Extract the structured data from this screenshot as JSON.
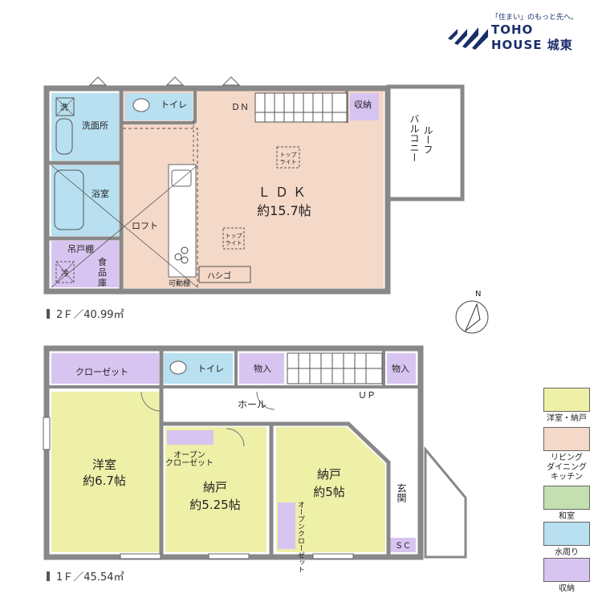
{
  "brand": {
    "tagline": "「住まい」のもっと先へ。",
    "name_line1": "TOHO",
    "name_line2": "HOUSE 城東"
  },
  "floor2": {
    "caption": "2Ｆ／40.99㎡",
    "rooms": {
      "ldk": "ＬＤＫ",
      "ldk_size": "約15.7帖",
      "toilet": "トイレ",
      "dn": "ＤＮ",
      "storage": "収納",
      "washroom": "洗面所",
      "wash_mark": "洗",
      "bath": "浴室",
      "loft": "ロフト",
      "hanging_shelf": "吊戸棚",
      "pantry_1": "食",
      "pantry_2": "品",
      "pantry_3": "庫",
      "fridge": "冷",
      "movable_shelf": "可動棚",
      "ladder": "ハシゴ",
      "toplight_1": "トップ",
      "toplight_2": "ライト",
      "balcony_1": "バルコニー",
      "balcony_2": "ルーフ"
    }
  },
  "floor1": {
    "caption": "1Ｆ／45.54㎡",
    "rooms": {
      "closet": "クローゼット",
      "toilet": "トイレ",
      "storage_a": "物入",
      "storage_b": "物入",
      "hall": "ホール",
      "up": "ＵＰ",
      "western": "洋室",
      "western_size": "約6.7帖",
      "open_closet_1": "オープン",
      "open_closet_2": "クローゼット",
      "storeroom_a": "納戸",
      "storeroom_a_size": "約5.25帖",
      "storeroom_b": "納戸",
      "storeroom_b_size": "約5帖",
      "open_closet_v": "オープンクローゼット",
      "entrance": "玄関",
      "shoe_closet": "ＳＣ"
    }
  },
  "compass": {
    "north": "N"
  },
  "legend": [
    {
      "label": "洋室・納戸",
      "color": "#eef0a8"
    },
    {
      "label": "リビング\nダイニング\nキッチン",
      "color": "#f4d8c8"
    },
    {
      "label": "和室",
      "color": "#c4e0b0"
    },
    {
      "label": "水周り",
      "color": "#b8e0f0"
    },
    {
      "label": "収納",
      "color": "#d8c4f0"
    }
  ],
  "colors": {
    "wall": "#888888",
    "western": "#eef0a8",
    "ldk": "#f4d8c8",
    "water": "#b8e0f0",
    "storage": "#d8c4f0",
    "brand": "#1b2e6b"
  }
}
